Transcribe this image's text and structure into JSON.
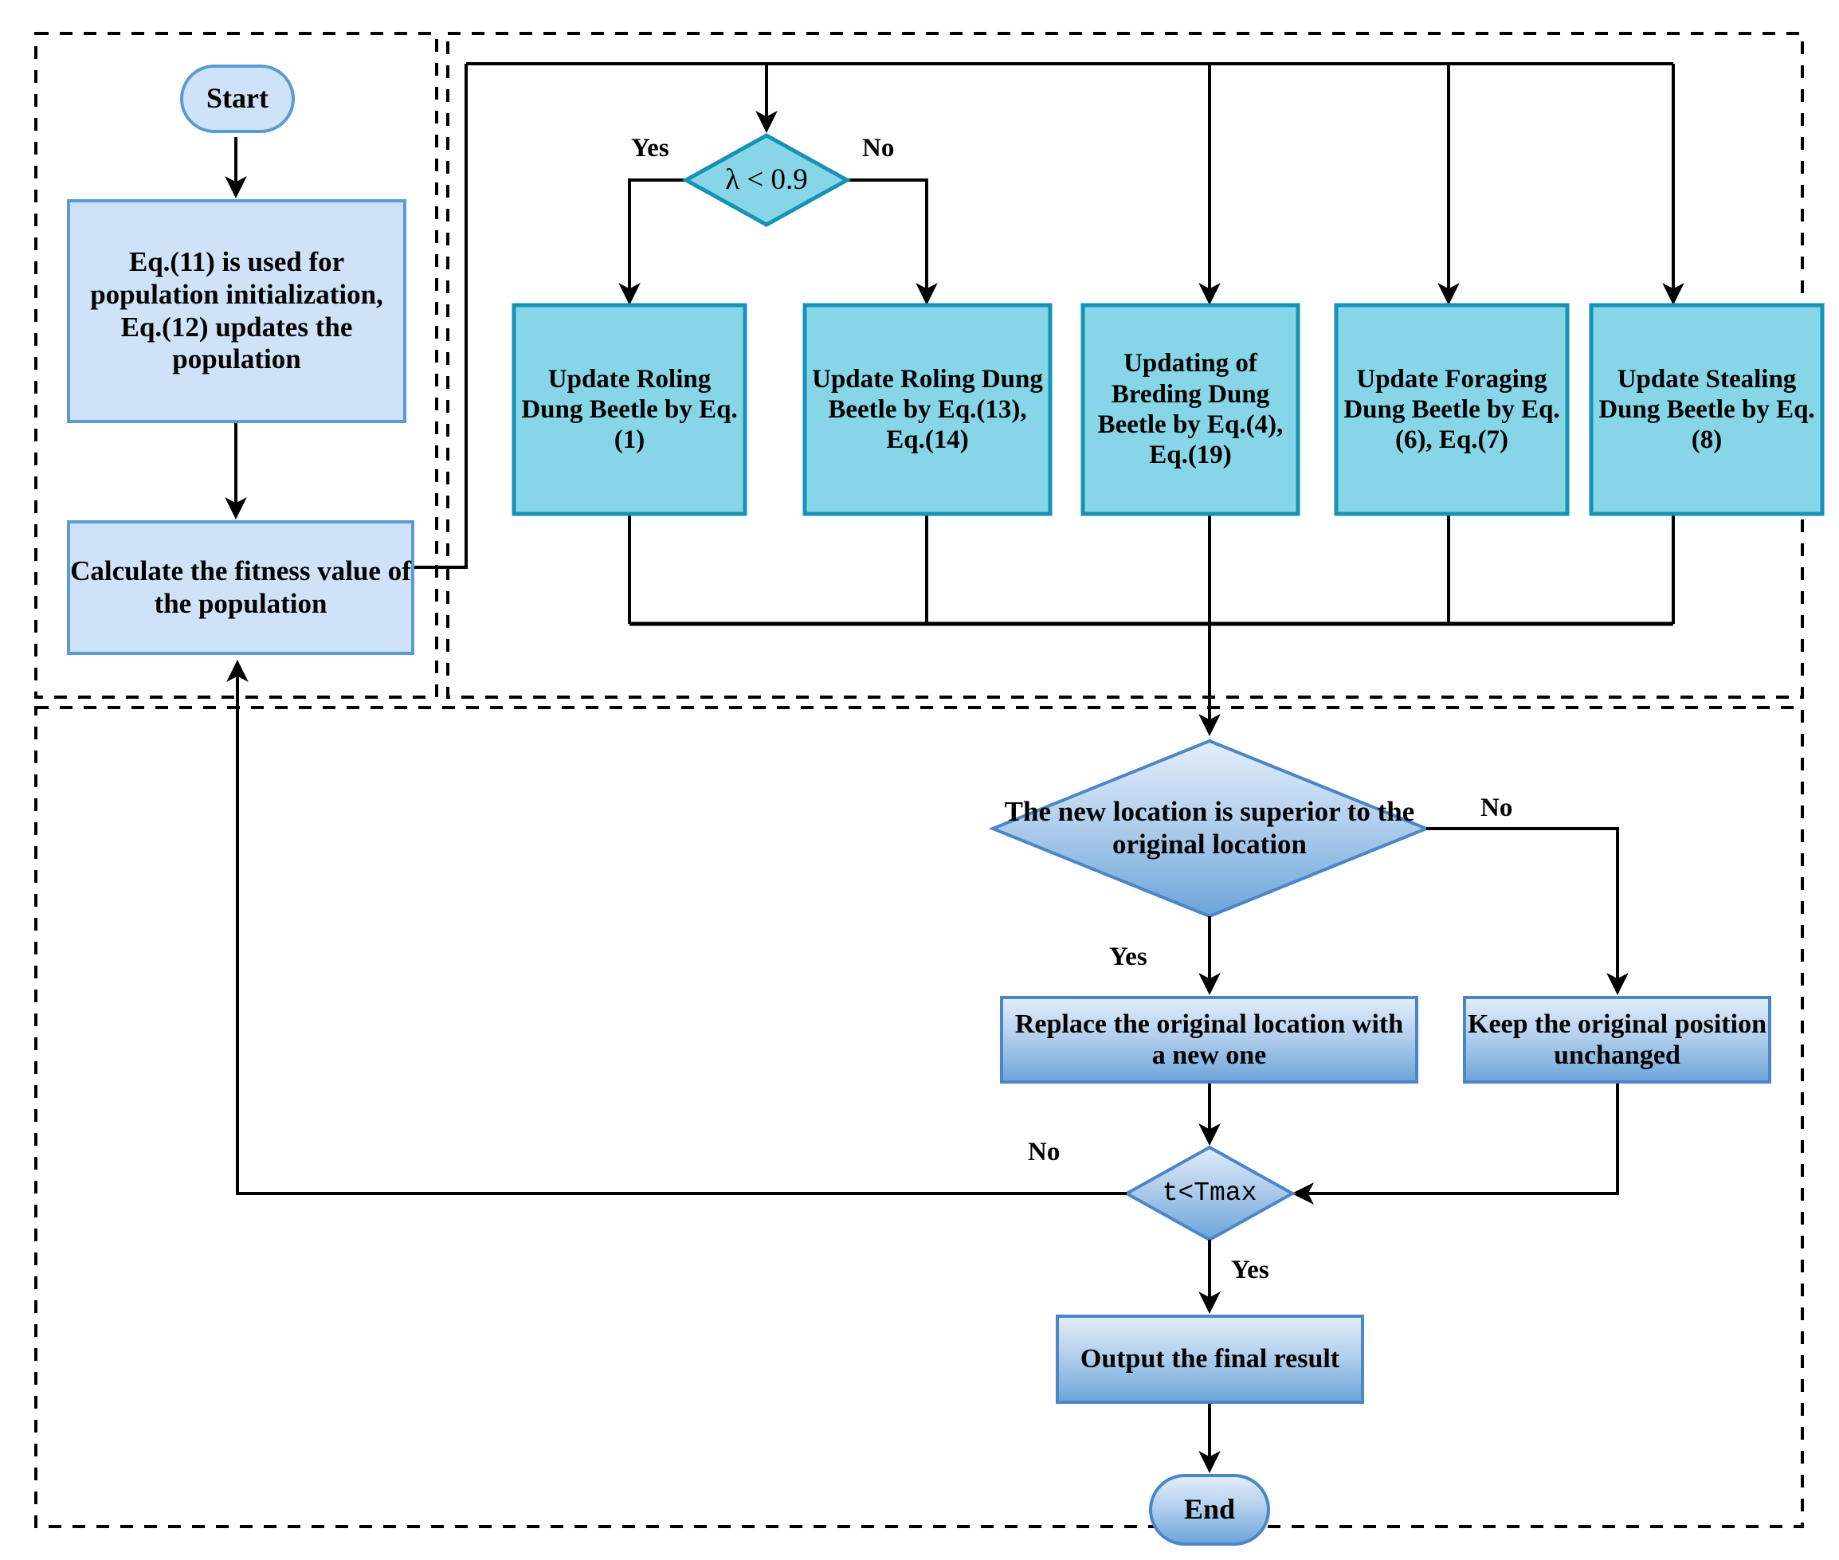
{
  "diagram": {
    "title": "Improved Dung Beetle Optimizer flowchart",
    "colors": {
      "light_blue_fill": "#cfe2f7",
      "light_blue_stroke": "#5b9bd5",
      "cyan_fill": "#86d6e8",
      "cyan_stroke": "#1592b5",
      "gradient_top": "#dbeaf8",
      "gradient_bottom": "#6ba5d9",
      "gradient_stroke": "#4a86c8",
      "line": "#000000",
      "panel_dash": "#000000"
    },
    "panels": [
      {
        "id": "panel-initialization",
        "label": ""
      },
      {
        "id": "panel-update-strategies",
        "label": ""
      },
      {
        "id": "panel-selection-termination",
        "label": ""
      }
    ],
    "nodes": {
      "start": {
        "label": "Start",
        "shape": "terminator"
      },
      "init": {
        "label": "Eq.(11) is used for population initialization, Eq.(12) updates the population",
        "shape": "process"
      },
      "fitness": {
        "label": "Calculate the fitness value of the population",
        "shape": "process"
      },
      "lambda_decision": {
        "label": "λ < 0.9",
        "shape": "decision"
      },
      "rolling_eq1": {
        "label": "Update Roling Dung Beetle by Eq.(1)",
        "shape": "process"
      },
      "rolling_eq13_14": {
        "label": "Update Roling Dung Beetle by Eq.(13), Eq.(14)",
        "shape": "process"
      },
      "breeding": {
        "label": "Updating of Breding Dung Beetle by Eq.(4), Eq.(19)",
        "shape": "process"
      },
      "foraging": {
        "label": "Update Foraging Dung Beetle by Eq.(6),  Eq.(7)",
        "shape": "process"
      },
      "stealing": {
        "label": "Update Stealing Dung Beetle by Eq.(8)",
        "shape": "process"
      },
      "superior_decision": {
        "label": "The new location is superior to the original location",
        "shape": "decision"
      },
      "replace": {
        "label": "Replace the original location with a new one",
        "shape": "process"
      },
      "keep": {
        "label": "Keep the original position unchanged",
        "shape": "process"
      },
      "tmax_decision": {
        "label": "t<Tmax",
        "shape": "decision"
      },
      "output": {
        "label": "Output the final result",
        "shape": "process"
      },
      "end": {
        "label": "End",
        "shape": "terminator"
      }
    },
    "edge_labels": {
      "lambda_yes": "Yes",
      "lambda_no": "No",
      "superior_no": "No",
      "superior_yes": "Yes",
      "tmax_no": "No",
      "tmax_yes": "Yes"
    }
  }
}
